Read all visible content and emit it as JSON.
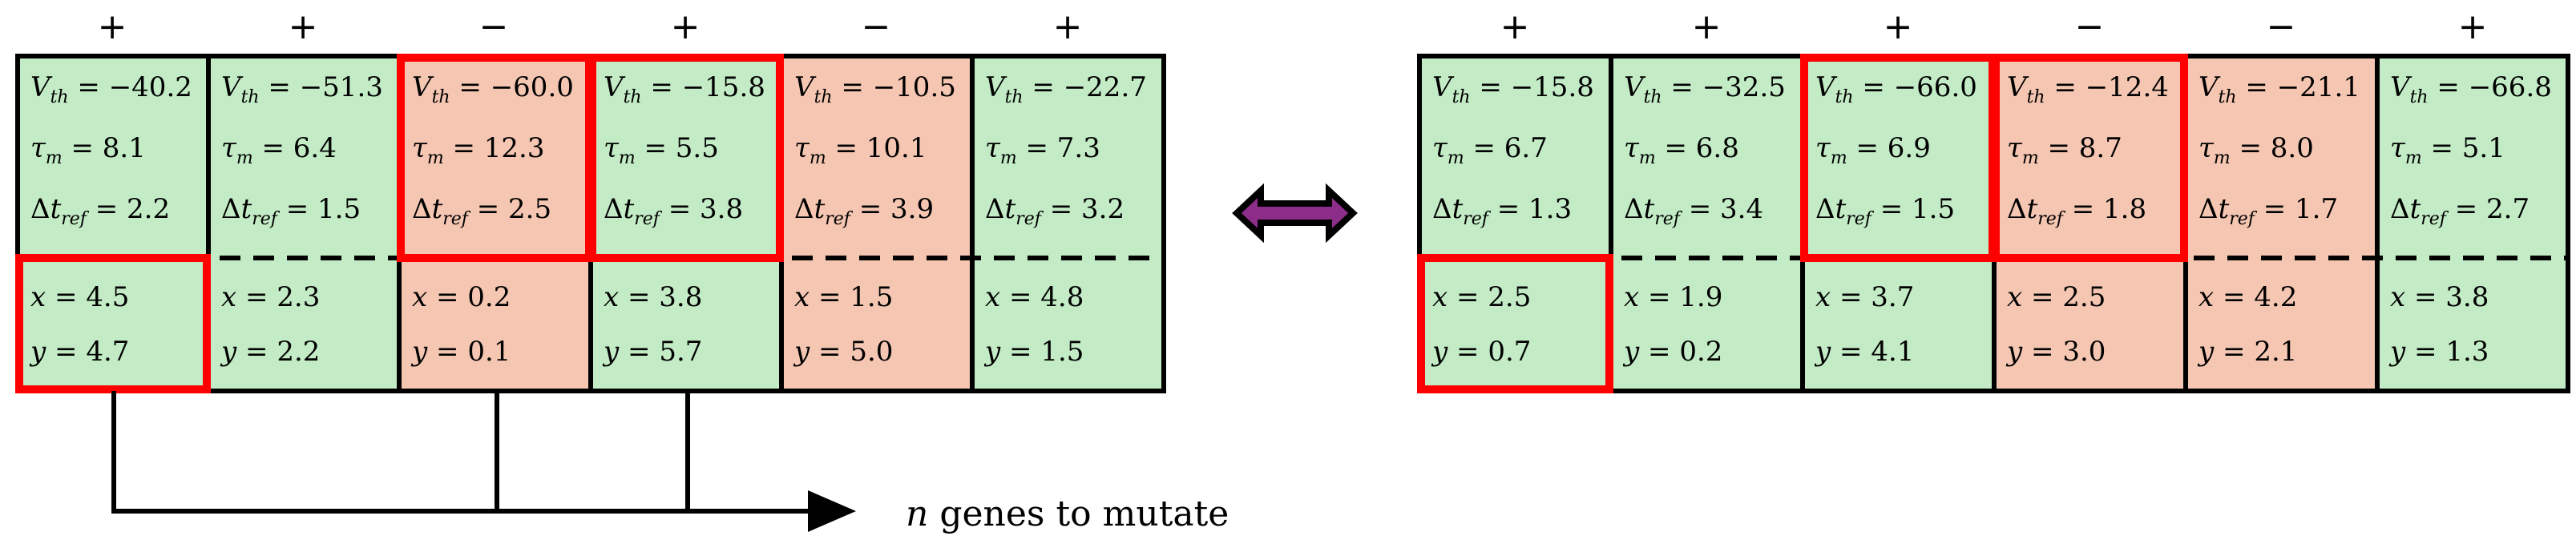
{
  "colors": {
    "positive": "#c3ecc6",
    "negative": "#f5c6b2",
    "highlight": "#ff0000",
    "arrow_outline": "#000000",
    "arrow_fill": "#8c2d8a"
  },
  "individuals": [
    {
      "neurons": [
        {
          "sign": "+",
          "type": "positive",
          "V_th": "−40.2",
          "tau_m": "8.1",
          "dt_ref": "2.2",
          "x": "4.5",
          "y": "4.7"
        },
        {
          "sign": "+",
          "type": "positive",
          "V_th": "−51.3",
          "tau_m": "6.4",
          "dt_ref": "1.5",
          "x": "2.3",
          "y": "2.2"
        },
        {
          "sign": "−",
          "type": "negative",
          "V_th": "−60.0",
          "tau_m": "12.3",
          "dt_ref": "2.5",
          "x": "0.2",
          "y": "0.1"
        },
        {
          "sign": "+",
          "type": "positive",
          "V_th": "−15.8",
          "tau_m": "5.5",
          "dt_ref": "3.8",
          "x": "3.8",
          "y": "5.7"
        },
        {
          "sign": "−",
          "type": "negative",
          "V_th": "−10.5",
          "tau_m": "10.1",
          "dt_ref": "3.9",
          "x": "1.5",
          "y": "5.0"
        },
        {
          "sign": "+",
          "type": "positive",
          "V_th": "−22.7",
          "tau_m": "7.3",
          "dt_ref": "3.2",
          "x": "4.8",
          "y": "1.5"
        }
      ]
    },
    {
      "neurons": [
        {
          "sign": "+",
          "type": "positive",
          "V_th": "−15.8",
          "tau_m": "6.7",
          "dt_ref": "1.3",
          "x": "2.5",
          "y": "0.7"
        },
        {
          "sign": "+",
          "type": "positive",
          "V_th": "−32.5",
          "tau_m": "6.8",
          "dt_ref": "3.4",
          "x": "1.9",
          "y": "0.2"
        },
        {
          "sign": "+",
          "type": "positive",
          "V_th": "−66.0",
          "tau_m": "6.9",
          "dt_ref": "1.5",
          "x": "3.7",
          "y": "4.1"
        },
        {
          "sign": "−",
          "type": "negative",
          "V_th": "−12.4",
          "tau_m": "8.7",
          "dt_ref": "1.8",
          "x": "2.5",
          "y": "3.0"
        },
        {
          "sign": "−",
          "type": "negative",
          "V_th": "−21.1",
          "tau_m": "8.0",
          "dt_ref": "1.7",
          "x": "4.2",
          "y": "2.1"
        },
        {
          "sign": "+",
          "type": "positive",
          "V_th": "−66.8",
          "tau_m": "5.1",
          "dt_ref": "2.7",
          "x": "3.8",
          "y": "1.3"
        }
      ]
    }
  ],
  "mutation": {
    "n": "n",
    "label": " genes to mutate"
  }
}
